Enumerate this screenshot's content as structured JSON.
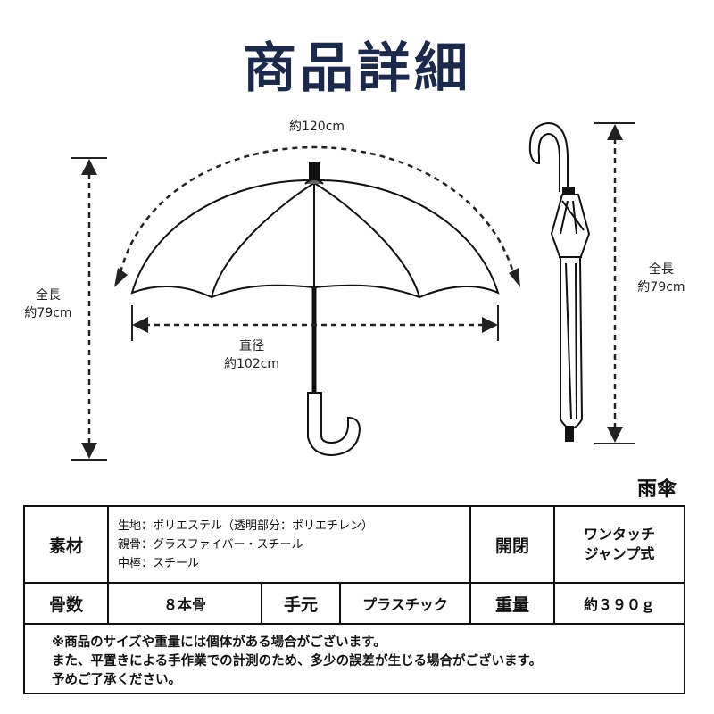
{
  "title": "商品詳細",
  "dims": {
    "arc": "約120cm",
    "left_length_label": "全長",
    "left_length_value": "約79cm",
    "diameter_label": "直径",
    "diameter_value": "約102cm",
    "right_length_label": "全長",
    "right_length_value": "約79cm"
  },
  "section_label": "雨傘",
  "specs": {
    "material_head": "素材",
    "material_lines": [
      "生地：ポリエステル（透明部分：ポリエチレン）",
      "親骨：グラスファイバー・スチール",
      "中棒：スチール"
    ],
    "open_head": "開閉",
    "open_value_lines": [
      "ワンタッチ",
      "ジャンプ式"
    ],
    "ribs_head": "骨数",
    "ribs_value": "８本骨",
    "handle_head": "手元",
    "handle_value": "プラスチック",
    "weight_head": "重量",
    "weight_value": "約３９０ｇ"
  },
  "notes": [
    "※商品のサイズや重量には個体がある場合がございます。",
    "また、平置きによる手作業での計測のため、多少の誤差が生じる場合がございます。",
    "予めご了承ください。"
  ]
}
